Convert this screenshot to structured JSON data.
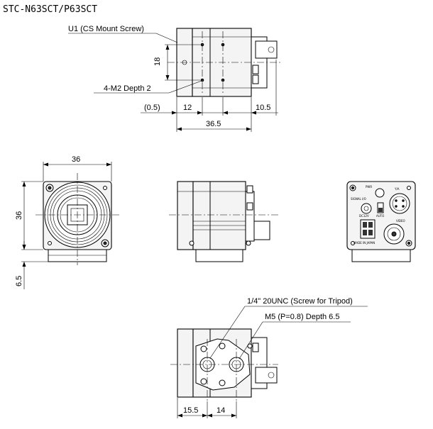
{
  "title": "STC-N63SCT/P63SCT",
  "labels": {
    "u1": "U1 (CS Mount Screw)",
    "m2": "4-M2 Depth 2",
    "tripod": "1/4\" 20UNC (Screw for Tripod)",
    "m5": "M5 (P=0.8) Depth 6.5"
  },
  "dims": {
    "top_18": "18",
    "top_05": "(0.5)",
    "top_12": "12",
    "top_105": "10.5",
    "top_365": "36.5",
    "front_36w": "36",
    "front_36h": "36",
    "front_65": "6.5",
    "bottom_155": "15.5",
    "bottom_14": "14"
  },
  "rear_panel": {
    "power": "PWR",
    "signal": "SIGNAL I/O",
    "vout": "VIDEO",
    "dc": "DC12V",
    "auto": "AUTO",
    "made": "MADE IN JAPAN",
    "label_ya": "Y/A"
  }
}
